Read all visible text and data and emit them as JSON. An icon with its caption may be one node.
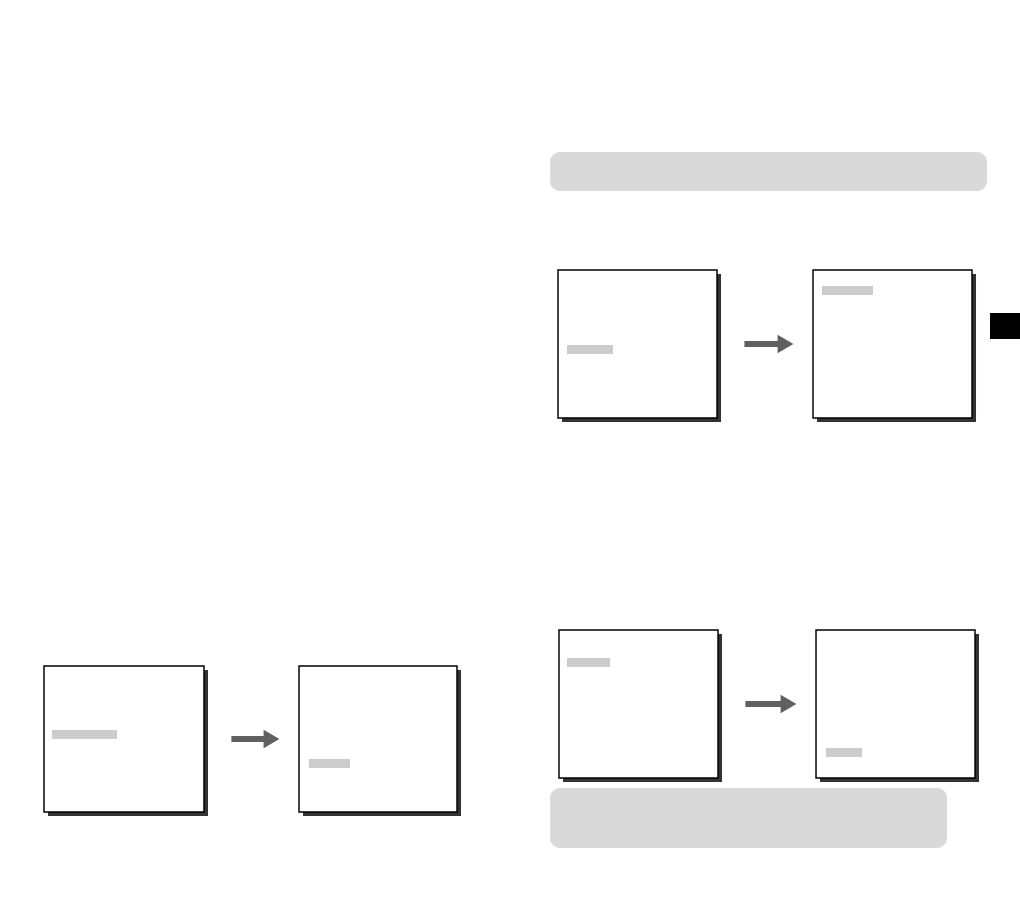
{
  "diagram": {
    "nodes": [
      {
        "text": [],
        "shape": "box"
      },
      {
        "text": [],
        "shape": "box"
      },
      {
        "text": [],
        "shape": "band"
      },
      {
        "text": [],
        "shape": "box"
      },
      {
        "text": [],
        "shape": "box"
      },
      {
        "text": [],
        "shape": "box"
      },
      {
        "text": [],
        "shape": "box"
      },
      {
        "text": [],
        "shape": "band"
      }
    ],
    "edges": [
      {
        "from": 0,
        "to": 1,
        "arrow": "to"
      },
      {
        "from": 3,
        "to": 4,
        "arrow": "to"
      },
      {
        "from": 5,
        "to": 6,
        "arrow": "to"
      }
    ]
  }
}
